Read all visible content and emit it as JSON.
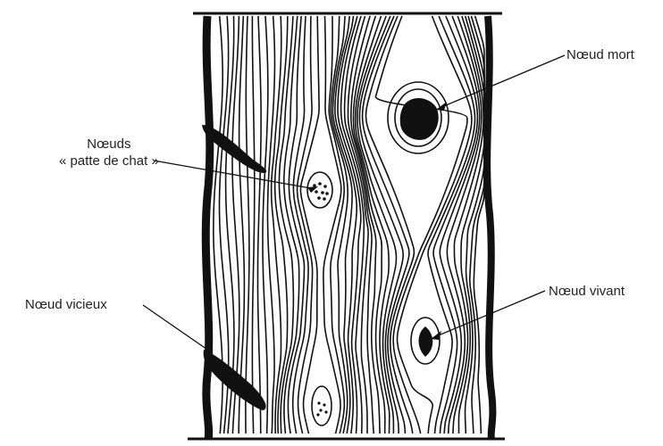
{
  "labels": {
    "dead_knot": "Nœud mort",
    "cat_paw_knots_line1": "Nœuds",
    "cat_paw_knots_line2": "« patte de chat »",
    "vicious_knot": "Nœud vicieux",
    "live_knot": "Nœud vivant"
  },
  "colors": {
    "ink": "#111111",
    "background": "#ffffff"
  }
}
